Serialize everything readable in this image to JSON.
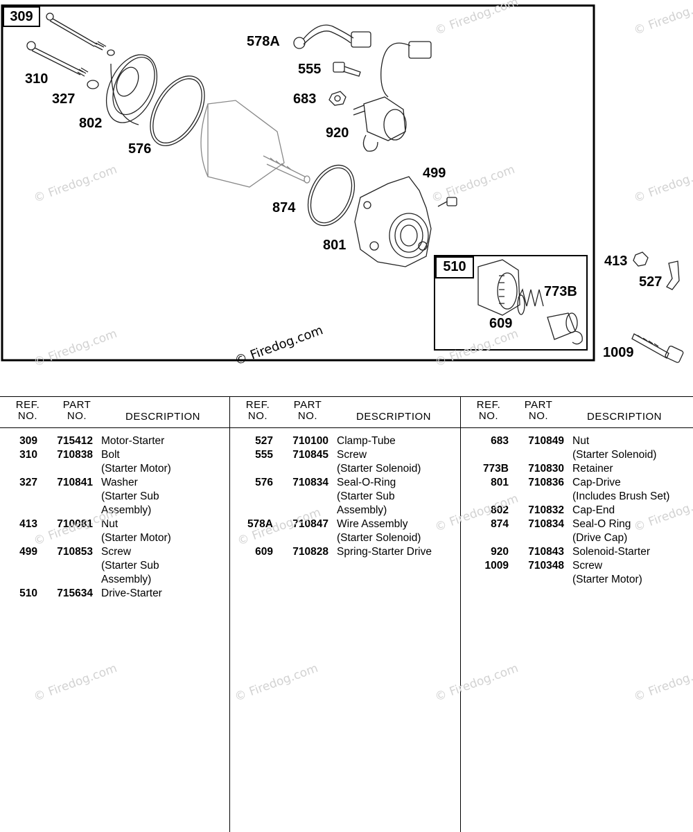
{
  "diagram": {
    "group_labels": {
      "main": "309",
      "drive": "510"
    },
    "callouts": {
      "c578A": "578A",
      "c555": "555",
      "c683": "683",
      "c920": "920",
      "c310": "310",
      "c327": "327",
      "c802": "802",
      "c576": "576",
      "c499": "499",
      "c874": "874",
      "c801": "801",
      "c413": "413",
      "c527": "527",
      "c773B": "773B",
      "c609": "609",
      "c1009": "1009"
    },
    "watermark": "© Firedog.com"
  },
  "table": {
    "headers": {
      "ref": [
        "REF.",
        "NO."
      ],
      "part": [
        "PART",
        "NO."
      ],
      "desc": "DESCRIPTION"
    },
    "columns": [
      [
        {
          "ref": "309",
          "part": "715412",
          "desc": [
            "Motor-Starter"
          ]
        },
        {
          "ref": "310",
          "part": "710838",
          "desc": [
            "Bolt",
            "(Starter Motor)"
          ]
        },
        {
          "ref": "327",
          "part": "710841",
          "desc": [
            "Washer",
            "(Starter Sub",
            "Assembly)"
          ]
        },
        {
          "ref": "413",
          "part": "710081",
          "desc": [
            "Nut",
            "(Starter Motor)"
          ]
        },
        {
          "ref": "499",
          "part": "710853",
          "desc": [
            "Screw",
            "(Starter Sub",
            "Assembly)"
          ]
        },
        {
          "ref": "510",
          "part": "715634",
          "desc": [
            "Drive-Starter"
          ]
        }
      ],
      [
        {
          "ref": "527",
          "part": "710100",
          "desc": [
            "Clamp-Tube"
          ]
        },
        {
          "ref": "555",
          "part": "710845",
          "desc": [
            "Screw",
            "(Starter Solenoid)"
          ]
        },
        {
          "ref": "576",
          "part": "710834",
          "desc": [
            "Seal-O-Ring",
            "(Starter Sub",
            "Assembly)"
          ]
        },
        {
          "ref": "578A",
          "part": "710847",
          "desc": [
            "Wire Assembly",
            "(Starter Solenoid)"
          ]
        },
        {
          "ref": "609",
          "part": "710828",
          "desc": [
            "Spring-Starter Drive"
          ]
        }
      ],
      [
        {
          "ref": "683",
          "part": "710849",
          "desc": [
            "Nut",
            "(Starter Solenoid)"
          ]
        },
        {
          "ref": "773B",
          "part": "710830",
          "desc": [
            "Retainer"
          ]
        },
        {
          "ref": "801",
          "part": "710836",
          "desc": [
            "Cap-Drive",
            "(Includes Brush Set)"
          ]
        },
        {
          "ref": "802",
          "part": "710832",
          "desc": [
            "Cap-End"
          ]
        },
        {
          "ref": "874",
          "part": "710834",
          "desc": [
            "Seal-O Ring",
            "(Drive Cap)"
          ]
        },
        {
          "ref": "920",
          "part": "710843",
          "desc": [
            "Solenoid-Starter"
          ]
        },
        {
          "ref": "1009",
          "part": "710348",
          "desc": [
            "Screw",
            "(Starter Motor)"
          ]
        }
      ]
    ]
  }
}
